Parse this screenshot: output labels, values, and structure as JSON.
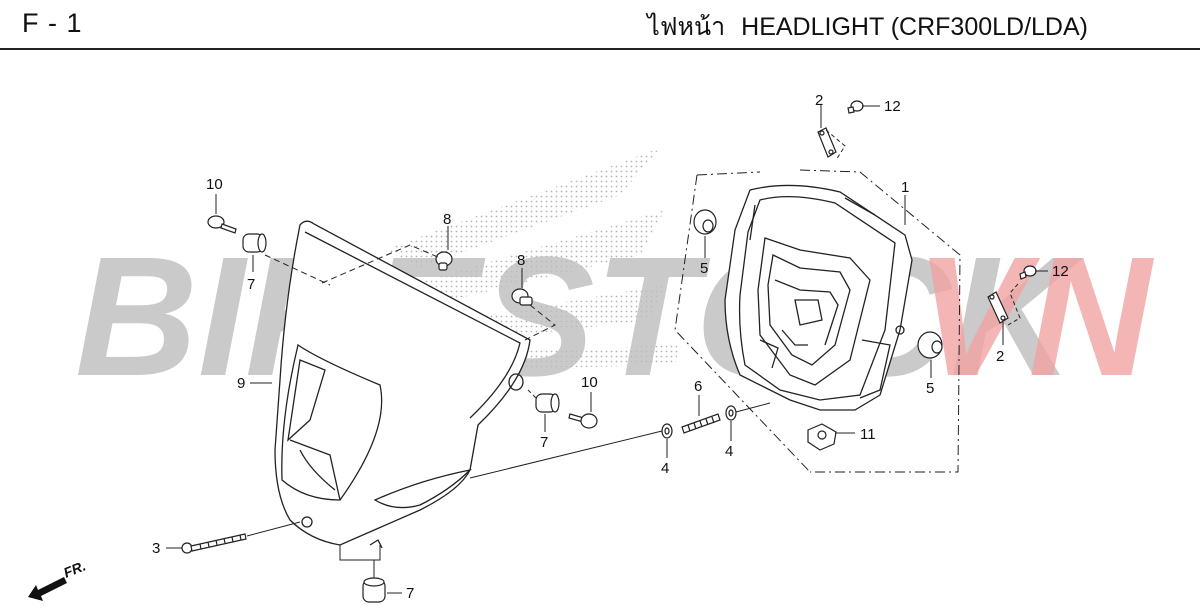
{
  "header": {
    "page_code": "F - 1",
    "title_thai": "ไฟหน้า",
    "title": "HEADLIGHT (CRF300LD/LDA)"
  },
  "watermark": {
    "part1": "BIKESTOCK",
    "part2": "VN",
    "color_gray": "#bdbdbd",
    "color_red": "#f2a3a3"
  },
  "direction": {
    "label": "FR."
  },
  "callouts": {
    "c1": "1",
    "c2a": "2",
    "c2b": "2",
    "c3": "3",
    "c4a": "4",
    "c4b": "4",
    "c5a": "5",
    "c5b": "5",
    "c6": "6",
    "c7a": "7",
    "c7b": "7",
    "c7c": "7",
    "c8a": "8",
    "c8b": "8",
    "c9": "9",
    "c10a": "10",
    "c10b": "10",
    "c11": "11",
    "c12a": "12",
    "c12b": "12"
  }
}
